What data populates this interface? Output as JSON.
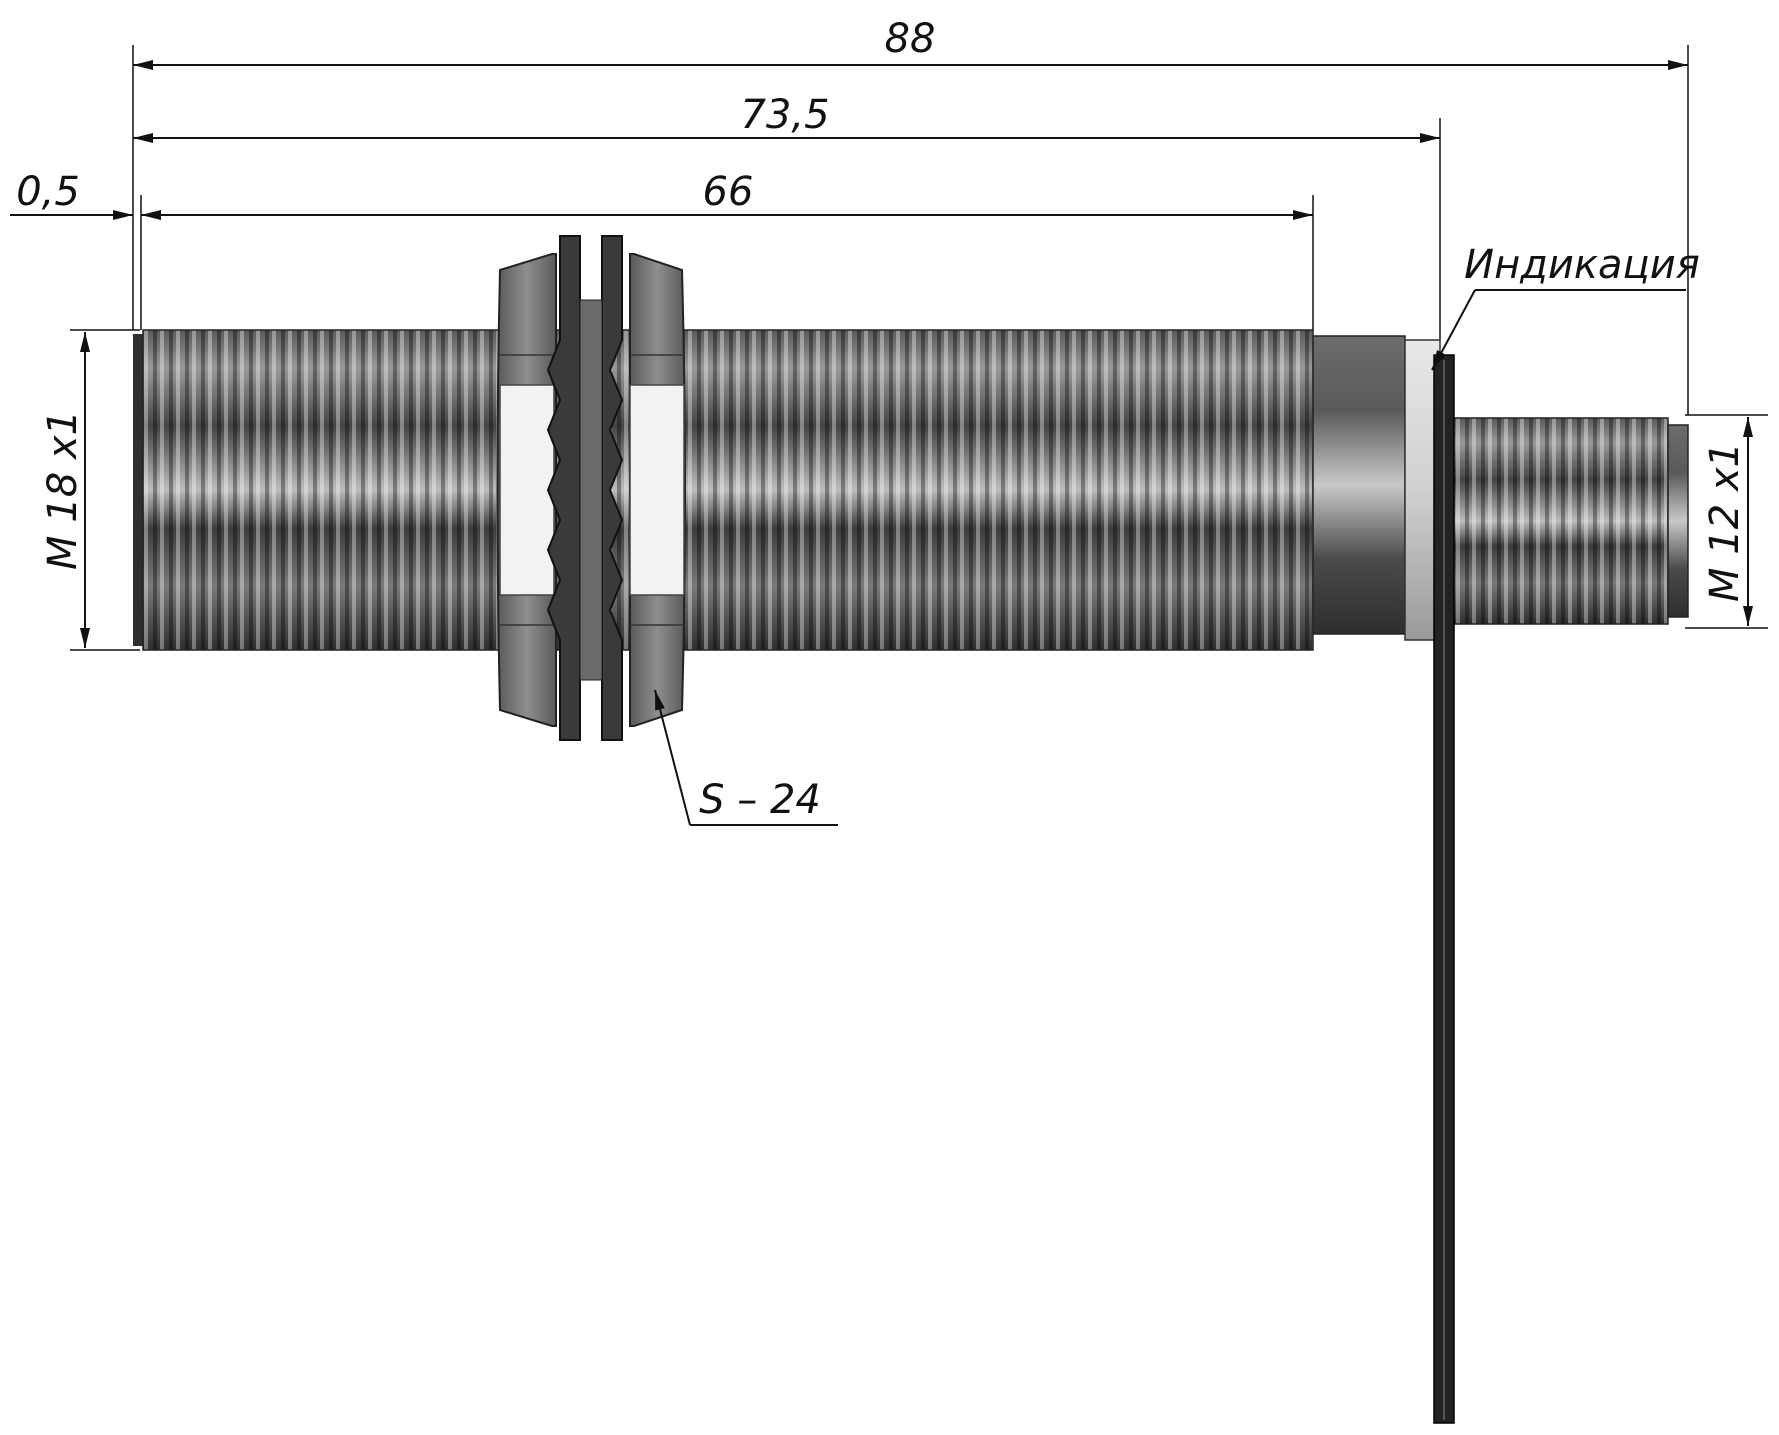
{
  "dimensions": {
    "overall_length": "88",
    "body_length": "73,5",
    "thread_length": "66",
    "front_offset": "0,5"
  },
  "labels": {
    "thread_main": "M 18 x1",
    "thread_connector": "M 12 x1",
    "indication": "Индикация",
    "wrench_size": "S – 24"
  },
  "colors": {
    "line": "#111111",
    "metal_dark": "#3a3a3a",
    "metal_mid": "#8a8a8a",
    "metal_light": "#efefef",
    "cable": "#222222"
  }
}
